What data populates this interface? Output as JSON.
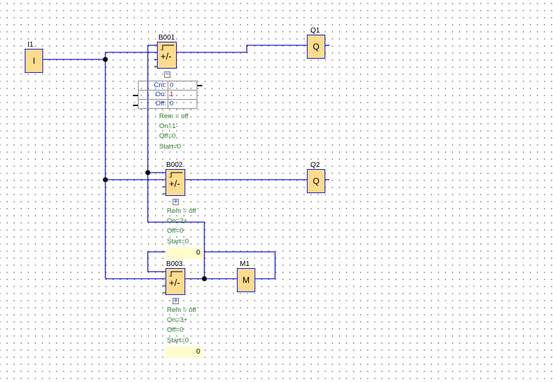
{
  "colors": {
    "wire": "#1a1ad0",
    "block_fill": "#fddc8f",
    "param_text": "#2a7a2a",
    "value_box": "#fffccc"
  },
  "inputs": [
    {
      "id": "I1",
      "symbol": "I"
    }
  ],
  "outputs": [
    {
      "id": "Q1",
      "symbol": "Q"
    },
    {
      "id": "Q2",
      "symbol": "Q"
    }
  ],
  "flags": [
    {
      "id": "M1",
      "symbol": "M"
    }
  ],
  "counters": [
    {
      "id": "B001",
      "symbol": "+/-",
      "expanded": true,
      "toggle_icon": "−",
      "table": [
        {
          "key": "Cnt:",
          "value": "0"
        },
        {
          "key": "On:",
          "value": "1"
        },
        {
          "key": "Off:",
          "value": "0"
        }
      ],
      "params": [
        "Rem = off",
        "On=1-",
        "Off=0",
        "Start=0"
      ]
    },
    {
      "id": "B002",
      "symbol": "+/-",
      "expanded": false,
      "toggle_icon": "+",
      "params": [
        "Rem = off",
        "On=2+",
        "Off=0",
        "Start=0"
      ],
      "value": "0"
    },
    {
      "id": "B003",
      "symbol": "+/-",
      "expanded": false,
      "toggle_icon": "+",
      "params": [
        "Rem = off",
        "On=3+",
        "Off=0",
        "Start=0"
      ],
      "value": "0"
    }
  ]
}
